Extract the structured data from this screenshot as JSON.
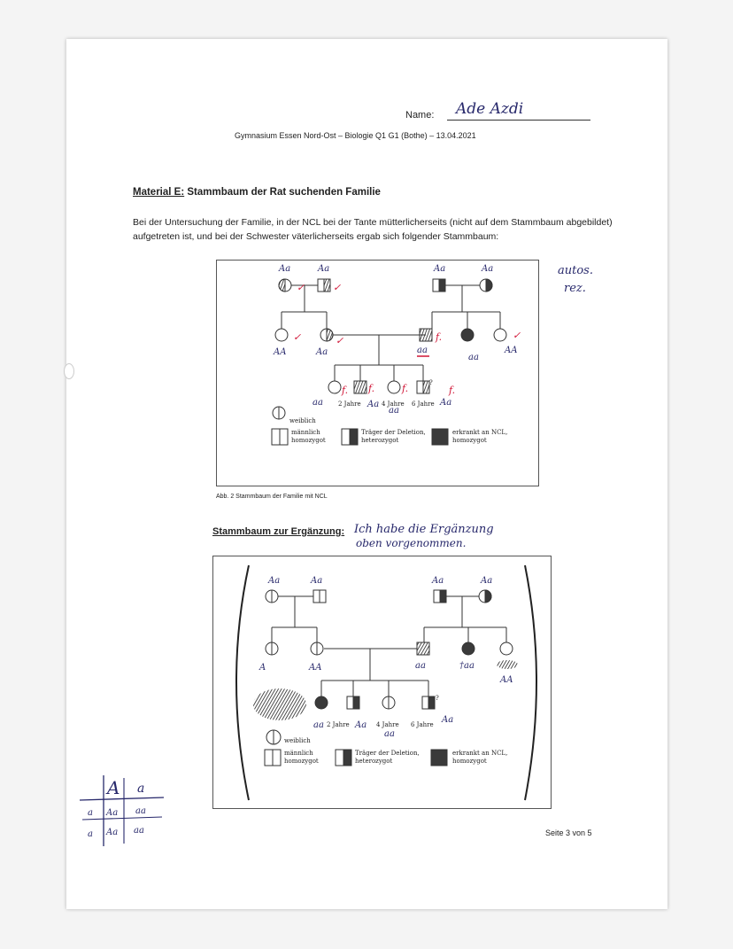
{
  "header": {
    "name_label": "Name:",
    "name_written": "Ade Azdi",
    "school_line": "Gymnasium Essen Nord-Ost – Biologie Q1 G1 (Bothe) – 13.04.2021"
  },
  "material": {
    "heading_prefix": "Material E:",
    "heading_title": "Stammbaum der Rat suchenden Familie",
    "paragraph": "Bei der Untersuchung der Familie, in der NCL bei der Tante mütterlicherseits (nicht auf dem Stammbaum abgebildet) aufgetreten ist, und bei der Schwester väterlicherseits ergab sich folgender Stammbaum:"
  },
  "legend": {
    "female": "weiblich",
    "male": "männlich",
    "homozygous": "homozygot",
    "carrier": "Träger der Deletion,",
    "heterozygous": "heterozygot",
    "affected": "erkrankt an NCL,",
    "age_2": "2 Jahre",
    "age_4": "4 Jahre",
    "age_6": "6 Jahre",
    "question": "?"
  },
  "figure1": {
    "caption": "Abb. 2 Stammbaum der Familie mit NCL",
    "annotation_margin_1": "autos.",
    "annotation_margin_2": "rez.",
    "geno_Aa": "Aa",
    "geno_AA": "AA",
    "geno_aa": "aa",
    "mark_red": "f."
  },
  "figure2": {
    "heading": "Stammbaum zur Ergänzung:",
    "handnote_1": "Ich habe die Ergänzung",
    "handnote_2": "oben vorgenommen.",
    "geno_A": "A",
    "geno_Aa": "Aa",
    "geno_AA": "AA",
    "geno_aa": "aa",
    "geno_taa": "†aa"
  },
  "punnett": {
    "top_A": "A",
    "top_a": "a",
    "left_a": "a",
    "left_a2": "a",
    "cell_Aa": "Aa",
    "cell_aa": "aa",
    "cell_Aa2": "Aa",
    "cell_aa2": "aa"
  },
  "footer": {
    "page": "Seite 3 von 5"
  },
  "colors": {
    "ink_blue": "#27286b",
    "ink_red": "#d01435",
    "affected_fill": "#3a3a3a"
  }
}
